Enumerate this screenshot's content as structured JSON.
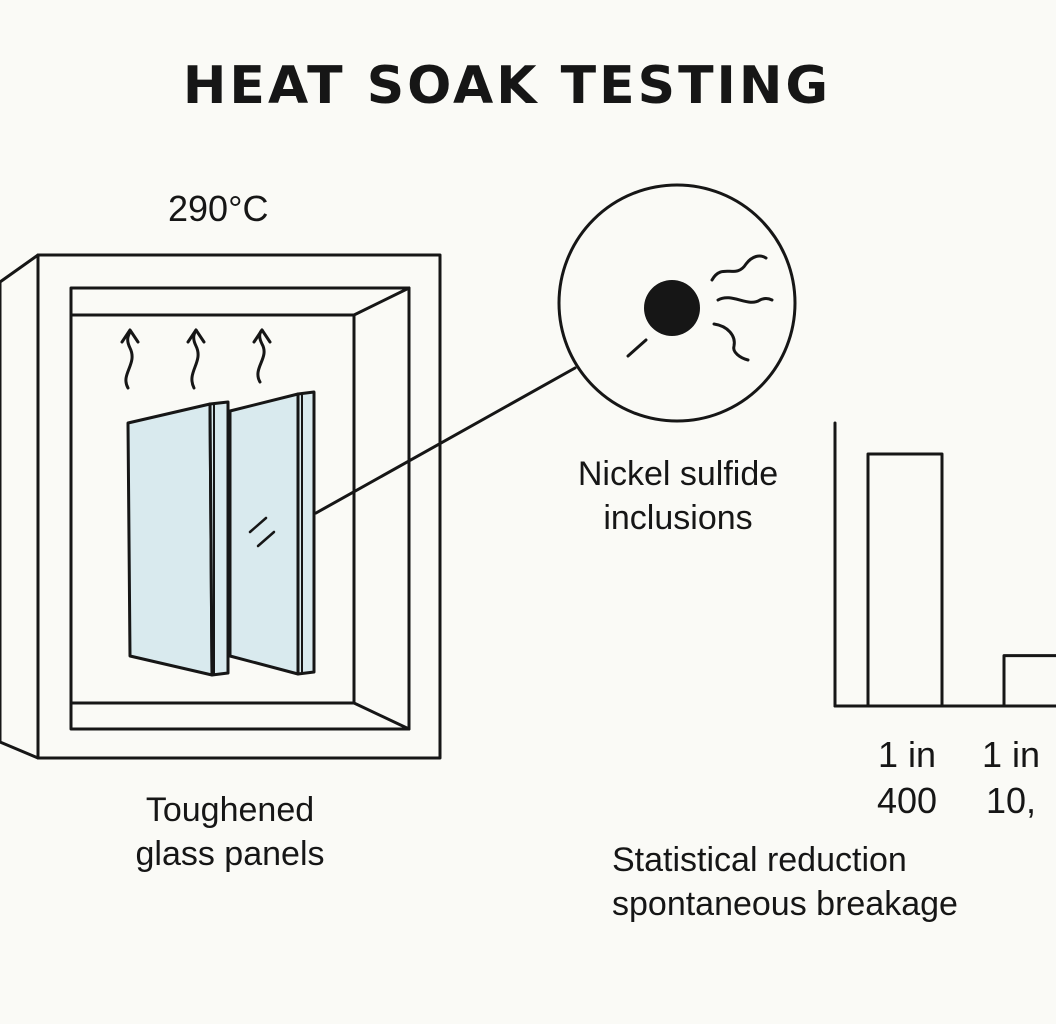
{
  "title": "HEAT SOAK TESTING",
  "temperature": "290°C",
  "labels": {
    "glass": [
      "Toughened",
      "glass panels"
    ],
    "inclusions": [
      "Nickel sulfide",
      "inclusions"
    ],
    "statistics": [
      "Statistical reduction",
      "spontaneous breakage"
    ]
  },
  "chart_data": {
    "type": "bar",
    "categories": [
      "1 in 400",
      "1 in 10,"
    ],
    "category_lines": [
      [
        "1 in",
        "400"
      ],
      [
        "1 in",
        "10,"
      ]
    ],
    "values": [
      1,
      0.2
    ],
    "title": "",
    "xlabel": "",
    "ylabel": ""
  },
  "colors": {
    "background": "#fafaf6",
    "ink": "#161616",
    "glass": "#d9eaee"
  },
  "icons": [
    "oven-icon",
    "heat-arrow-icon",
    "glass-panel-icon",
    "magnifier-circle-icon",
    "inclusion-particle-icon"
  ]
}
